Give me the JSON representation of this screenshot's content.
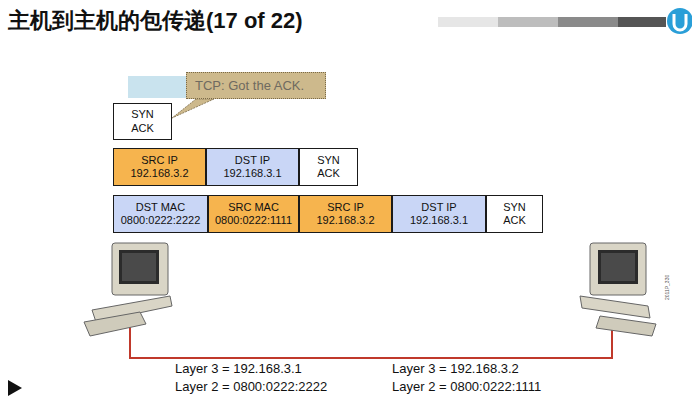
{
  "diagram": {
    "title": "主机到主机的包传递(17 of 22)",
    "nodes": [
      {
        "text": [
          "TCP: Got the ACK."
        ]
      },
      {
        "text": [
          "SYN ACK"
        ]
      },
      {
        "text": [
          "SRC IP",
          "192.168.3.2"
        ]
      },
      {
        "text": [
          "DST IP",
          "192.168.3.1"
        ]
      },
      {
        "text": [
          "SYN ACK"
        ]
      },
      {
        "text": [
          "DST MAC",
          "0800:0222:2222"
        ]
      },
      {
        "text": [
          "SRC MAC",
          "0800:0222:1111"
        ]
      },
      {
        "text": [
          "SRC IP",
          "192.168.3.2"
        ]
      },
      {
        "text": [
          "DST IP",
          "192.168.3.1"
        ]
      },
      {
        "text": [
          "SYN ACK"
        ]
      }
    ],
    "labels": [
      "Layer 3 = 192.168.3.1",
      "Layer 2 = 0800:0222:2222",
      "Layer 3 = 192.168.3.2",
      "Layer 2 = 0800:0222:1111",
      "2011P_330"
    ]
  }
}
